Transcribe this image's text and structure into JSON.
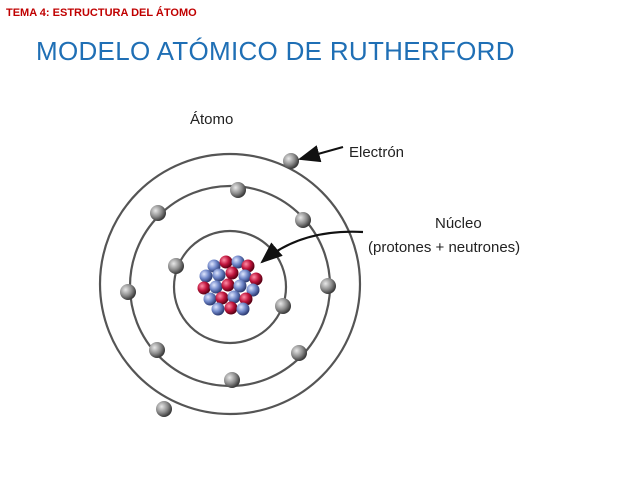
{
  "header": {
    "topic": "TEMA 4: ESTRUCTURA DEL ÁTOMO",
    "title": "MODELO ATÓMICO DE RUTHERFORD"
  },
  "diagram": {
    "labels": {
      "atom": "Átomo",
      "electron": "Electrón",
      "nucleus": "Núcleo",
      "nucleus_detail": "(protones + neutrones)"
    },
    "colors": {
      "topic": "#c00000",
      "title": "#1f6fb5",
      "orbit": "#555555",
      "electron": "#7a7a7a",
      "proton": "#c0143c",
      "neutron": "#6f86c8"
    }
  }
}
